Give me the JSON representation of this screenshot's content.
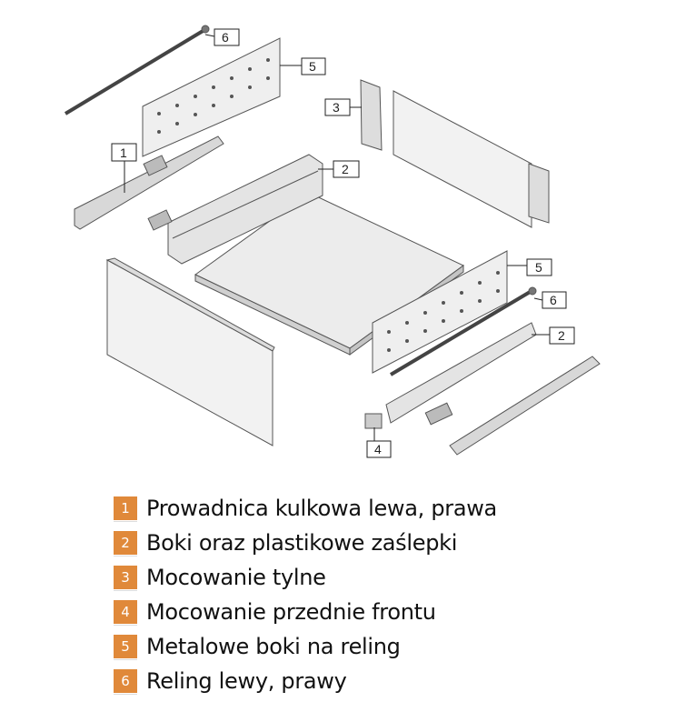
{
  "callouts": {
    "rail_left": "1",
    "side_top": "2",
    "back_bracket": "3",
    "front_bracket": "4",
    "metal_side_top": "5",
    "metal_side_bottom": "5",
    "rod_top": "6",
    "rod_bottom": "6",
    "side_bottom": "2"
  },
  "legend": [
    {
      "number": "1",
      "label": "Prowadnica kulkowa lewa, prawa"
    },
    {
      "number": "2",
      "label": "Boki oraz plastikowe zaślepki"
    },
    {
      "number": "3",
      "label": "Mocowanie tylne"
    },
    {
      "number": "4",
      "label": "Mocowanie przednie frontu"
    },
    {
      "number": "5",
      "label": "Metalowe boki na reling"
    },
    {
      "number": "6",
      "label": "Reling lewy, prawy"
    }
  ],
  "colors": {
    "badge": "#e0893a"
  }
}
